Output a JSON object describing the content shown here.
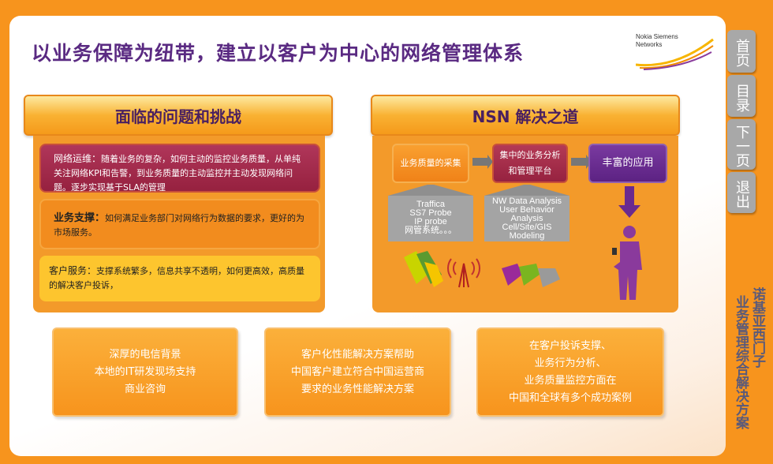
{
  "title": "以业务保障为纽带，建立以客户为中心的网络管理体系",
  "logo": {
    "line1": "Nokia Siemens",
    "line2": "Networks"
  },
  "left_panel": {
    "header": "面临的问题和挑战",
    "issues": [
      {
        "label": "网络运维：",
        "text": "随着业务的复杂，如何主动的监控业务质量，从单纯关注网络KPI和告警，到业务质量的主动监控并主动发现网络问题。逐步实现基于SLA的管理"
      },
      {
        "label": "业务支撑：",
        "text": "如何满足业务部门对网络行为数据的要求，更好的为市场服务。"
      },
      {
        "label": "客户服务：",
        "text": "支撑系统繁多，信息共享不透明，如何更高效，高质量的解决客户投诉，"
      }
    ]
  },
  "right_panel": {
    "header": "NSN  解决之道",
    "steps": [
      "业务质量的采集",
      "集中的业务分析和管理平台",
      "丰富的应用"
    ],
    "collect_items": [
      "Traffica",
      "SS7 Probe",
      "IP probe",
      "网管系统。。。"
    ],
    "analysis_items": [
      "NW Data Analysis",
      "User Behavior",
      "Analysis",
      "Cell/Site/GIS",
      "Modeling"
    ]
  },
  "bottom_boxes": [
    [
      "深厚的电信背景",
      "本地的IT研发现场支持",
      "商业咨询"
    ],
    [
      "客户化性能解决方案帮助",
      "中国客户建立符合中国运营商",
      "要求的业务性能解决方案"
    ],
    [
      "在客户投诉支撑、",
      "业务行为分析、",
      "业务质量监控方面在",
      "中国和全球有多个成功案例"
    ]
  ],
  "nav": [
    "首页",
    "目录",
    "下一页",
    "退出"
  ],
  "side_text": {
    "company": "诺基亚西门子",
    "solution": "业务管理综合解决方案"
  }
}
